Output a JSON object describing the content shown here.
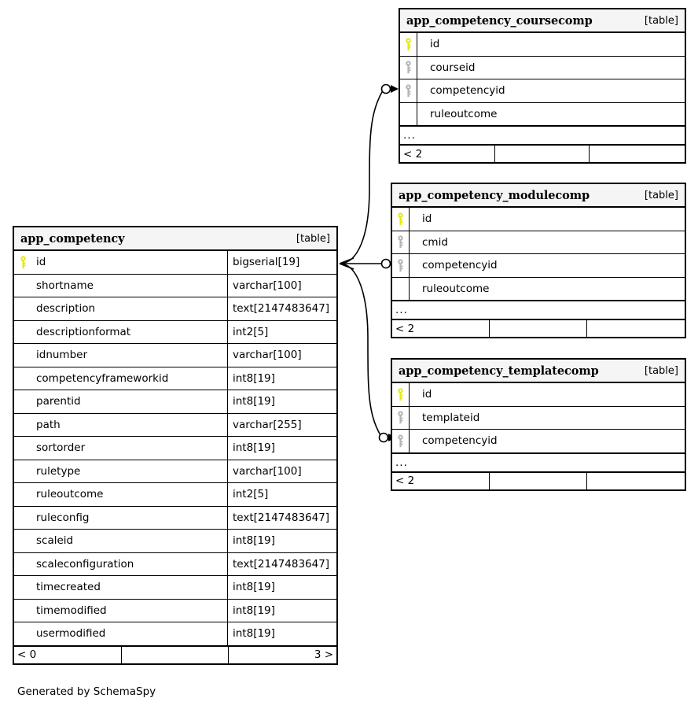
{
  "diagram": {
    "credit": "Generated by SchemaSpy",
    "kind_label": "[table]",
    "ellipsis": "...",
    "key_icon_primary": "primary-key-icon",
    "key_icon_foreign": "foreign-key-icon",
    "colors": {
      "primary_key": "#e8e80a",
      "foreign_key": "#b3b3b3",
      "header_bg": "#f5f5f5",
      "border": "#000000",
      "background": "#ffffff"
    }
  },
  "tables": {
    "app_competency": {
      "name": "app_competency",
      "kind": "[table]",
      "columns": [
        {
          "key": "primary",
          "name": "id",
          "type": "bigserial[19]"
        },
        {
          "key": "none",
          "name": "shortname",
          "type": "varchar[100]"
        },
        {
          "key": "none",
          "name": "description",
          "type": "text[2147483647]"
        },
        {
          "key": "none",
          "name": "descriptionformat",
          "type": "int2[5]"
        },
        {
          "key": "none",
          "name": "idnumber",
          "type": "varchar[100]"
        },
        {
          "key": "none",
          "name": "competencyframeworkid",
          "type": "int8[19]"
        },
        {
          "key": "none",
          "name": "parentid",
          "type": "int8[19]"
        },
        {
          "key": "none",
          "name": "path",
          "type": "varchar[255]"
        },
        {
          "key": "none",
          "name": "sortorder",
          "type": "int8[19]"
        },
        {
          "key": "none",
          "name": "ruletype",
          "type": "varchar[100]"
        },
        {
          "key": "none",
          "name": "ruleoutcome",
          "type": "int2[5]"
        },
        {
          "key": "none",
          "name": "ruleconfig",
          "type": "text[2147483647]"
        },
        {
          "key": "none",
          "name": "scaleid",
          "type": "int8[19]"
        },
        {
          "key": "none",
          "name": "scaleconfiguration",
          "type": "text[2147483647]"
        },
        {
          "key": "none",
          "name": "timecreated",
          "type": "int8[19]"
        },
        {
          "key": "none",
          "name": "timemodified",
          "type": "int8[19]"
        },
        {
          "key": "none",
          "name": "usermodified",
          "type": "int8[19]"
        }
      ],
      "footer": {
        "left": "< 0",
        "middle": "",
        "right": "3 >"
      }
    },
    "app_competency_coursecomp": {
      "name": "app_competency_coursecomp",
      "kind": "[table]",
      "columns": [
        {
          "key": "primary",
          "name": "id"
        },
        {
          "key": "foreign",
          "name": "courseid"
        },
        {
          "key": "foreign",
          "name": "competencyid"
        },
        {
          "key": "none",
          "name": "ruleoutcome"
        }
      ],
      "ellipsis": "...",
      "footer": {
        "left": "< 2",
        "middle": "",
        "right": ""
      }
    },
    "app_competency_modulecomp": {
      "name": "app_competency_modulecomp",
      "kind": "[table]",
      "columns": [
        {
          "key": "primary",
          "name": "id"
        },
        {
          "key": "foreign",
          "name": "cmid"
        },
        {
          "key": "foreign",
          "name": "competencyid"
        },
        {
          "key": "none",
          "name": "ruleoutcome"
        }
      ],
      "ellipsis": "...",
      "footer": {
        "left": "< 2",
        "middle": "",
        "right": ""
      }
    },
    "app_competency_templatecomp": {
      "name": "app_competency_templatecomp",
      "kind": "[table]",
      "columns": [
        {
          "key": "primary",
          "name": "id"
        },
        {
          "key": "foreign",
          "name": "templateid"
        },
        {
          "key": "foreign",
          "name": "competencyid"
        }
      ],
      "ellipsis": "...",
      "footer": {
        "left": "< 2",
        "middle": "",
        "right": ""
      }
    }
  },
  "relationships": [
    {
      "from": "app_competency.id",
      "to": "app_competency_coursecomp.competencyid",
      "cardinality": "zero-or-many"
    },
    {
      "from": "app_competency.id",
      "to": "app_competency_modulecomp.competencyid",
      "cardinality": "zero-or-many"
    },
    {
      "from": "app_competency.id",
      "to": "app_competency_templatecomp.competencyid",
      "cardinality": "zero-or-many"
    }
  ]
}
